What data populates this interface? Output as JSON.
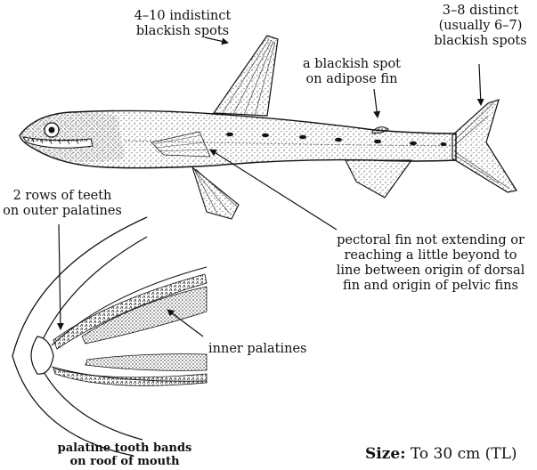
{
  "annotations": {
    "dorsal_spots": [
      "4–10 indistinct",
      "blackish spots"
    ],
    "adipose_spot": [
      "a blackish spot",
      "on adipose fin"
    ],
    "caudal_spots": [
      "3–8 distinct",
      "(usually 6–7)",
      "blackish spots"
    ],
    "teeth_rows": [
      "2 rows of teeth",
      "on outer palatines"
    ],
    "pectoral_fin": [
      "pectoral fin not extending or",
      "reaching a little beyond to",
      "line between origin of dorsal",
      "fin and origin of pelvic fins"
    ],
    "inner_palatines": "inner palatines"
  },
  "caption": [
    "palatine tooth bands",
    "on roof of mouth"
  ],
  "size": {
    "label": "Size:",
    "value": "To 30 cm (TL)"
  },
  "colors": {
    "ink": "#111111",
    "background": "#ffffff"
  }
}
